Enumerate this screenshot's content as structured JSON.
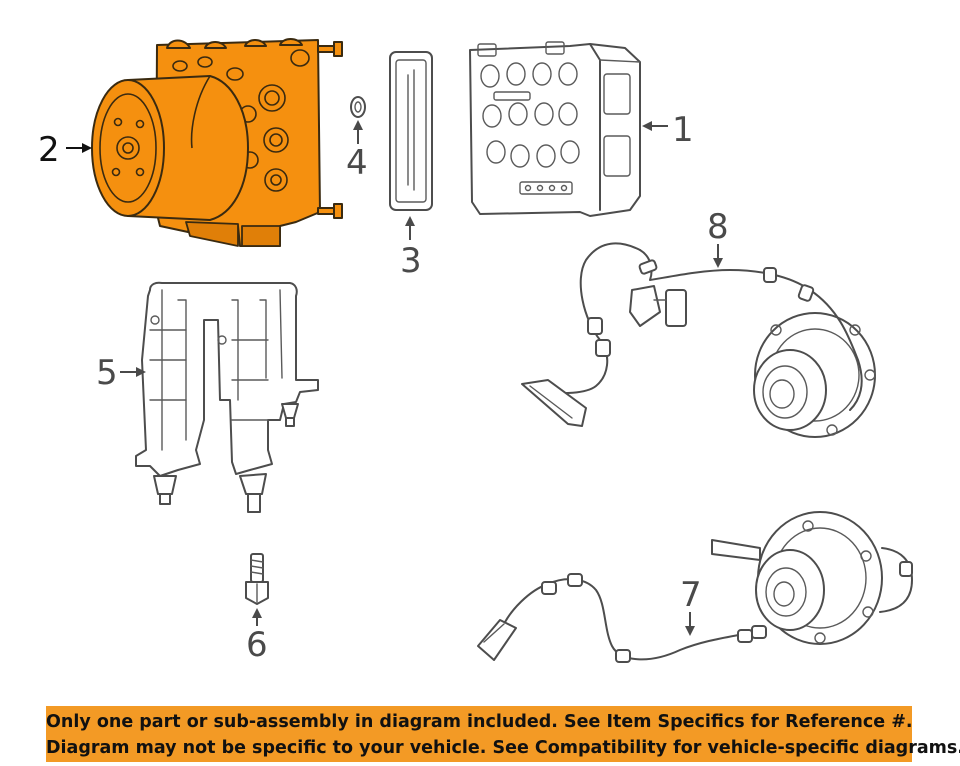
{
  "callouts": {
    "c1": "1",
    "c2": "2",
    "c3": "3",
    "c4": "4",
    "c5": "5",
    "c6": "6",
    "c7": "7",
    "c8": "8"
  },
  "highlight_color": "#f5900f",
  "disclaimer": {
    "line1": "Only one part or sub-assembly in diagram included. See Item Specifics for Reference #.",
    "line2": "Diagram may not be specific to your vehicle. See Compatibility for vehicle-specific diagrams."
  }
}
